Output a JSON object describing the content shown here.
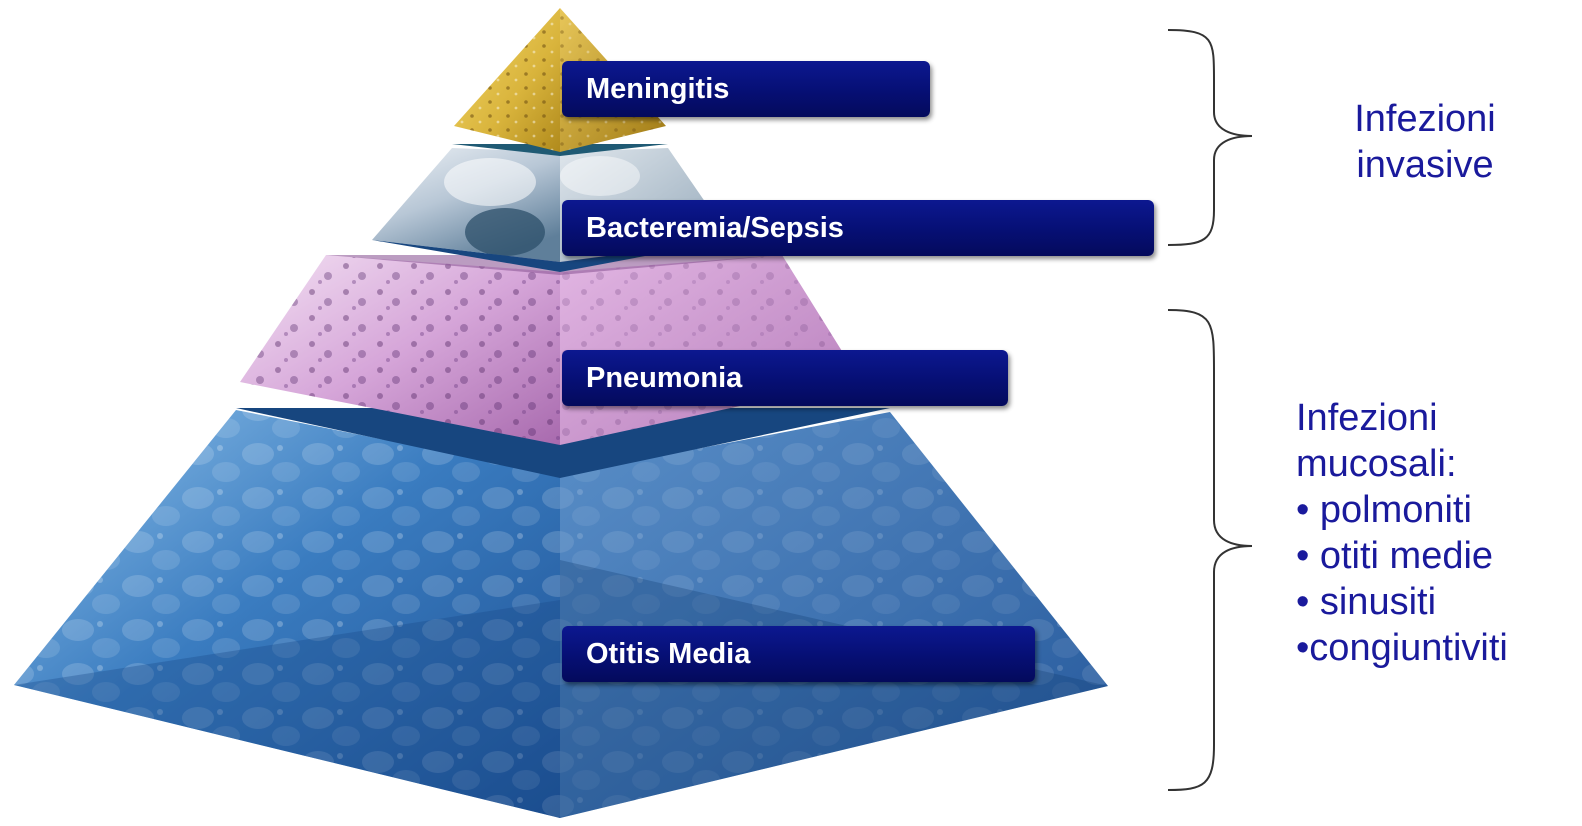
{
  "tiers": [
    {
      "label": "Meningitis"
    },
    {
      "label": "Bacteremia/Sepsis"
    },
    {
      "label": "Pneumonia"
    },
    {
      "label": "Otitis Media"
    }
  ],
  "groups": {
    "invasive": {
      "lines": [
        "Infezioni",
        "invasive"
      ]
    },
    "mucosal": {
      "lines": [
        "Infezioni",
        "mucosali:",
        "• polmoniti",
        "• otiti medie",
        "• sinusiti",
        "•congiuntiviti"
      ]
    }
  },
  "colors": {
    "label_fill": "#060f74",
    "label_text": "#ffffff",
    "side_text": "#1a1a9c",
    "bracket": "#333333",
    "tier_meningitis": "#d9b43c",
    "tier_bacteremia": "#b9c4d4",
    "tier_pneumonia": "#c98fcf",
    "tier_otitis": "#2e6fb2"
  }
}
